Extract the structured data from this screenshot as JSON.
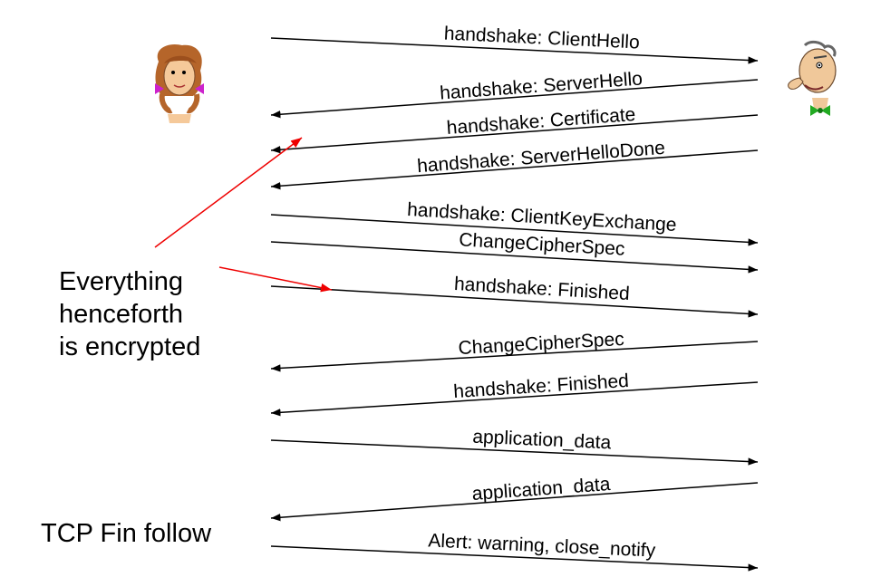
{
  "messages": [
    {
      "label": "handshake: ClientHello",
      "direction": "client-to-server"
    },
    {
      "label": "handshake: ServerHello",
      "direction": "server-to-client"
    },
    {
      "label": "handshake: Certificate",
      "direction": "server-to-client"
    },
    {
      "label": "handshake: ServerHelloDone",
      "direction": "server-to-client"
    },
    {
      "label": "handshake: ClientKeyExchange",
      "direction": "client-to-server"
    },
    {
      "label": "ChangeCipherSpec",
      "direction": "client-to-server"
    },
    {
      "label": "handshake: Finished",
      "direction": "client-to-server"
    },
    {
      "label": "ChangeCipherSpec",
      "direction": "server-to-client"
    },
    {
      "label": "handshake: Finished",
      "direction": "server-to-client"
    },
    {
      "label": "application_data",
      "direction": "client-to-server"
    },
    {
      "label": "application_data",
      "direction": "server-to-client"
    },
    {
      "label": "Alert: warning, close_notify",
      "direction": "client-to-server"
    }
  ],
  "annotation": {
    "lines": [
      "Everything",
      "henceforth",
      "is encrypted"
    ],
    "color": "#ee0000"
  },
  "footer_label": "TCP Fin follow",
  "actors": {
    "client": "alice-icon",
    "server": "bob-icon"
  },
  "colors": {
    "arrow": "#000000",
    "annotation": "#ee0000"
  }
}
